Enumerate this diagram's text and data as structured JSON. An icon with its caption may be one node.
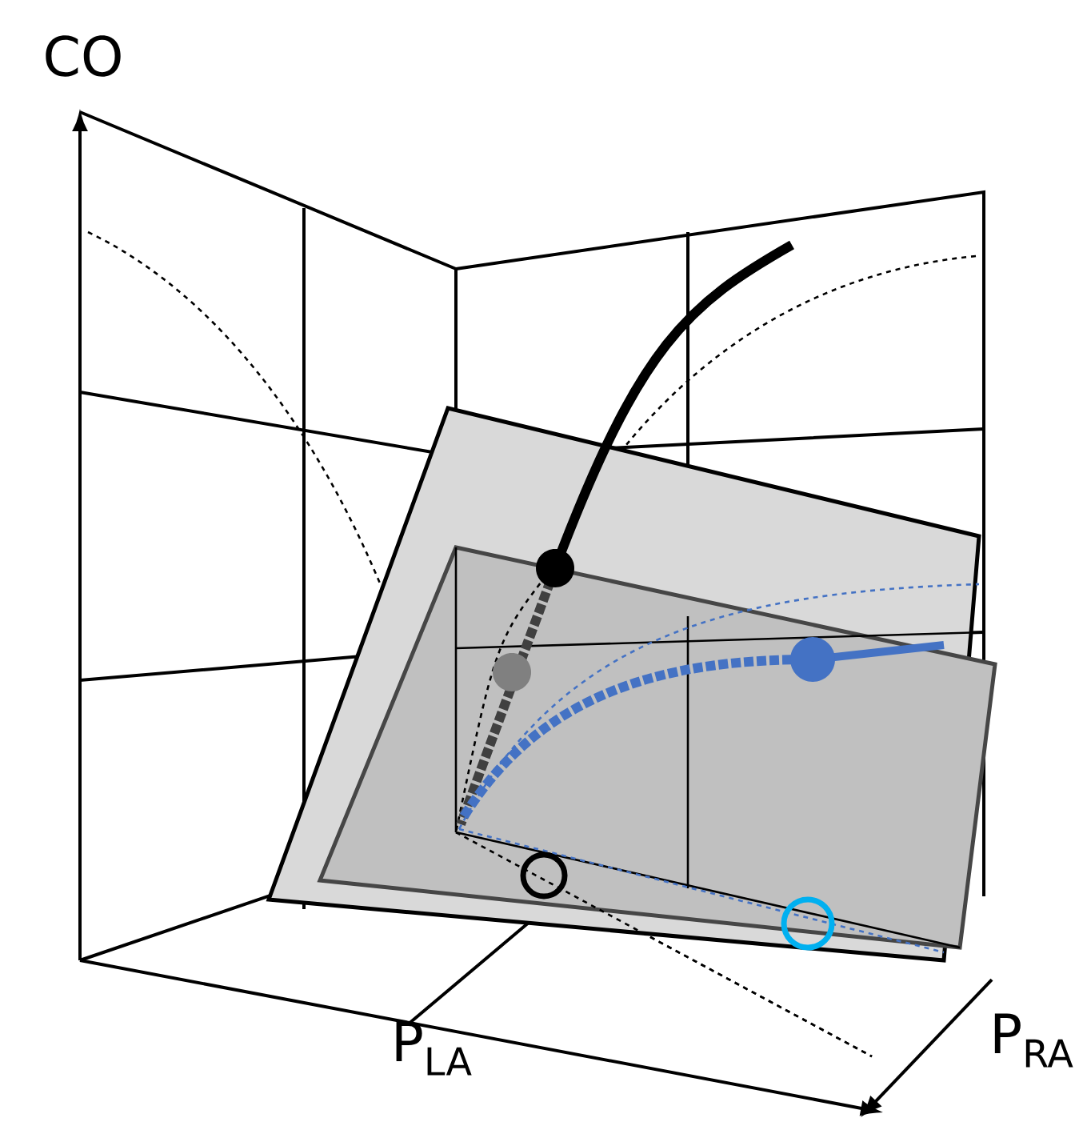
{
  "diagram": {
    "labels": [
      "CO",
      "P$_{LA}$",
      "P$_{RA}$"
    ]
  }
}
